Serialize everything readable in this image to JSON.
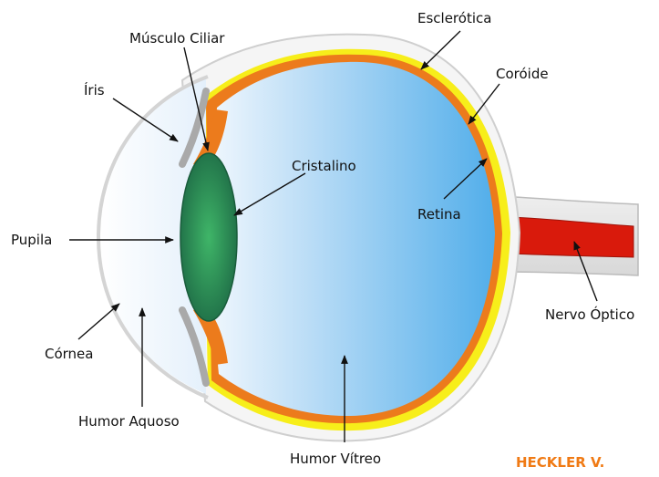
{
  "labels": {
    "esclerotica": "Esclerótica",
    "musculo_ciliar": "Músculo Ciliar",
    "coroide": "Coróide",
    "iris": "Íris",
    "cristalino": "Cristalino",
    "retina": "Retina",
    "pupila": "Pupila",
    "nervo_optico": "Nervo Óptico",
    "cornea": "Córnea",
    "humor_aquoso": "Humor Aquoso",
    "humor_vitreo": "Humor Vítreo"
  },
  "credit": "HECKLER V.",
  "colors": {
    "sclera": "#f5f5f5",
    "choroid": "#ec7b1c",
    "retina": "#f7ee1a",
    "vitreous_light": "#eaf4fd",
    "vitreous_dark": "#58b2ec",
    "lens": "#2e8b50",
    "optic_nerve": "#d91a0c",
    "credit": "#f07a14"
  }
}
